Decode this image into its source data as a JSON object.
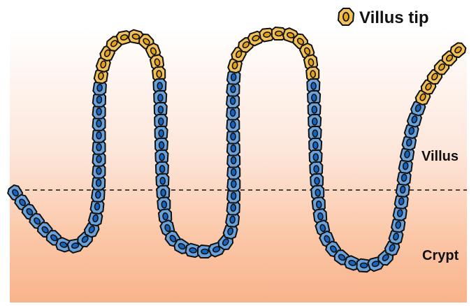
{
  "legend": {
    "label": "Villus tip",
    "icon": "villus-tip-cell-icon"
  },
  "regions": {
    "villus": "Villus",
    "crypt": "Crypt"
  },
  "colors": {
    "background_top": "#ffffff",
    "background_mid": "#fbd3bf",
    "background_bottom": "#f9b38b",
    "regular_cell_fill": "#6aa3dc",
    "regular_cell_nucleus": "#1565c0",
    "tip_cell_fill": "#f2c15a",
    "tip_cell_nucleus": "#e0a21a",
    "cell_outline": "#101010",
    "divider_line": "#111111"
  }
}
